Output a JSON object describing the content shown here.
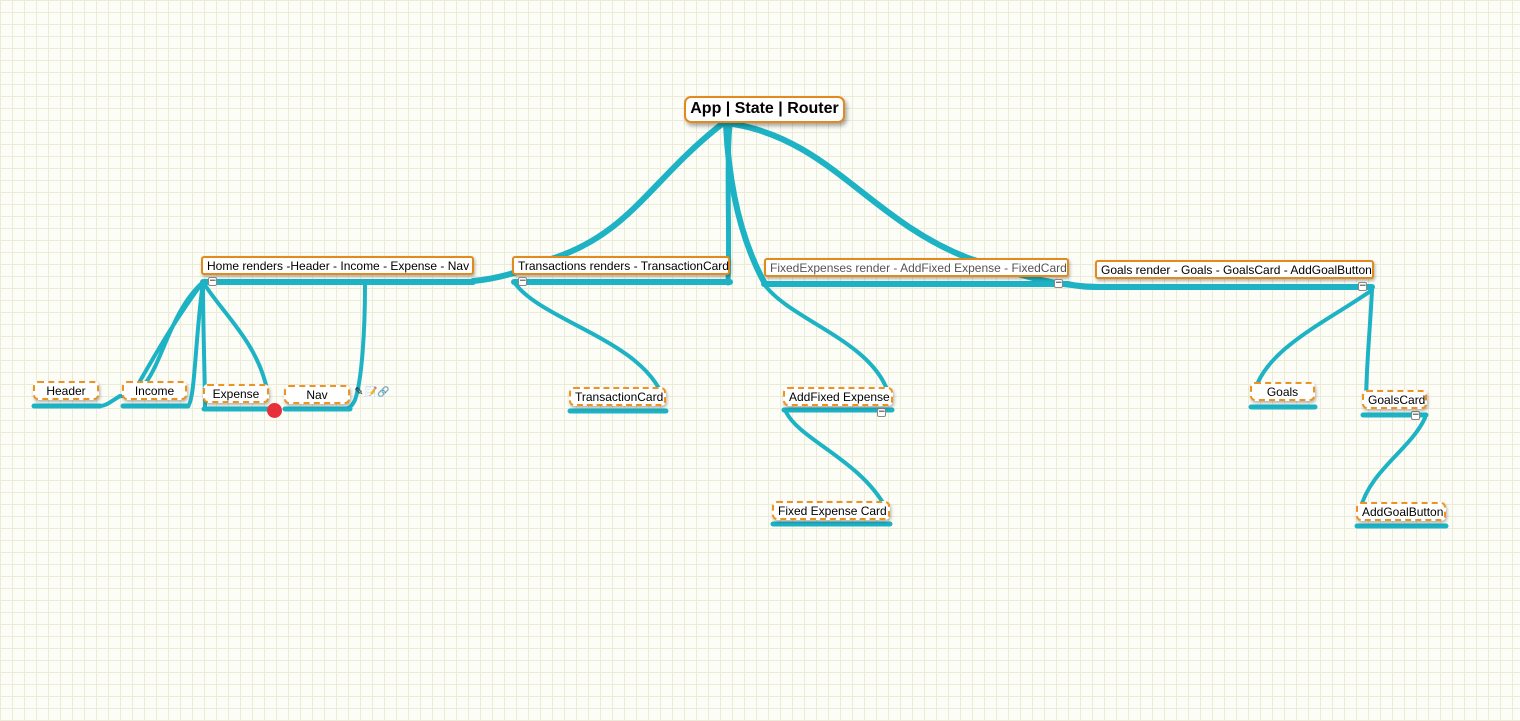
{
  "mindmap": {
    "root": {
      "label": "App | State | Router"
    },
    "branches": {
      "home": {
        "label": "Home renders -Header - Income - Expense - Nav"
      },
      "transactions": {
        "label": "Transactions renders - TransactionCard"
      },
      "fixed_expenses": {
        "label": "FixedExpenses render - AddFixed Expense - FixedCard"
      },
      "goals": {
        "label": "Goals render - Goals - GoalsCard - AddGoalButton"
      }
    },
    "leaves": {
      "header": {
        "label": "Header"
      },
      "income": {
        "label": "Income"
      },
      "expense": {
        "label": "Expense"
      },
      "nav": {
        "label": "Nav"
      },
      "transaction_card": {
        "label": "TransactionCard"
      },
      "add_fixed_expense": {
        "label": "AddFixed Expense"
      },
      "fixed_expense_card": {
        "label": "Fixed Expense Card"
      },
      "goals": {
        "label": "Goals"
      },
      "goals_card": {
        "label": "GoalsCard"
      },
      "add_goal_button": {
        "label": "AddGoalButton"
      }
    },
    "collapse_symbol": "−",
    "tools": {
      "link_icon": "✎",
      "edit_icon": "📝",
      "attach_icon": "🔗"
    }
  },
  "colors": {
    "connector": "#1db3c4",
    "node_border": "#e38a1d",
    "leaf_border": "#ef9320",
    "drag_handle": "#e8303a",
    "background": "#fdfdf7"
  }
}
